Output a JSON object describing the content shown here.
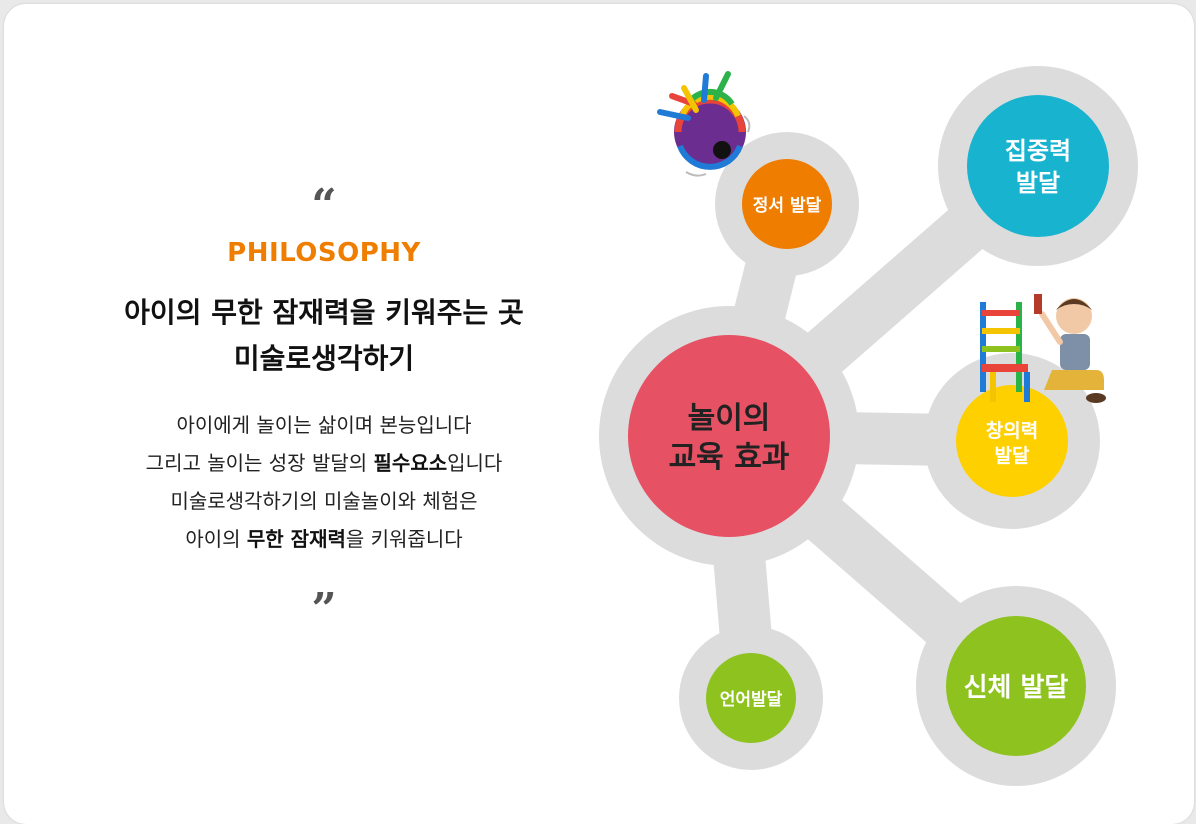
{
  "quote_open": "“",
  "kicker": "PHILOSOPHY",
  "headline": {
    "line1": "아이의 무한 잠재력을 키워주는 곳",
    "line2": "미술로생각하기"
  },
  "body": {
    "line1": "아이에게 놀이는 삶이며 본능입니다",
    "line2_pre": "그리고 놀이는 성장 발달의 ",
    "line2_bold": "필수요소",
    "line2_post": "입니다",
    "line3": "미술로생각하기의 미술놀이와 체험은",
    "line4_pre": "아이의 ",
    "line4_bold": "무한 잠재력",
    "line4_post": "을 키워줍니다"
  },
  "quote_close": "”",
  "diagram": {
    "center": {
      "line1": "놀이의",
      "line2": "교육 효과"
    },
    "emotion": "정서 발달",
    "focus": {
      "line1": "집중력",
      "line2": "발달"
    },
    "creativity": {
      "line1": "창의력",
      "line2": "발달"
    },
    "language": "언어발달",
    "physical": "신체 발달"
  },
  "colors": {
    "kicker": "#ef7d00",
    "center": "#e65163",
    "emotion": "#ef7d00",
    "focus": "#17b3cf",
    "creativity": "#ffd000",
    "language": "#8dc21f",
    "physical": "#8dc21f",
    "connector": "#dcdcdc"
  }
}
